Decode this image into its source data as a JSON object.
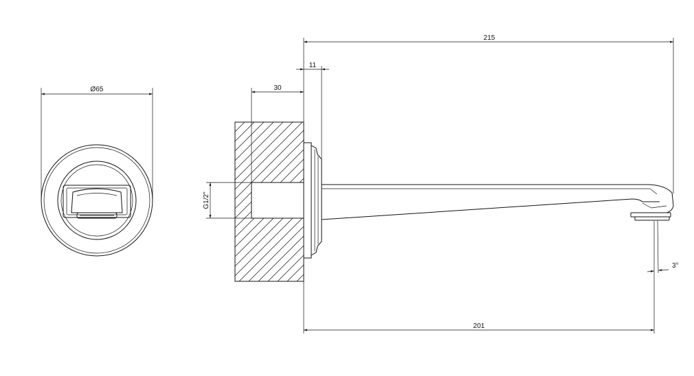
{
  "dimensions": {
    "front_diameter": "Ø65",
    "total_length": "215",
    "plate_thickness": "11",
    "wall_depth": "30",
    "thread": "G1/2\"",
    "spout_reach": "201",
    "angle": "3°"
  },
  "colors": {
    "line": "#111111",
    "background": "#ffffff"
  }
}
